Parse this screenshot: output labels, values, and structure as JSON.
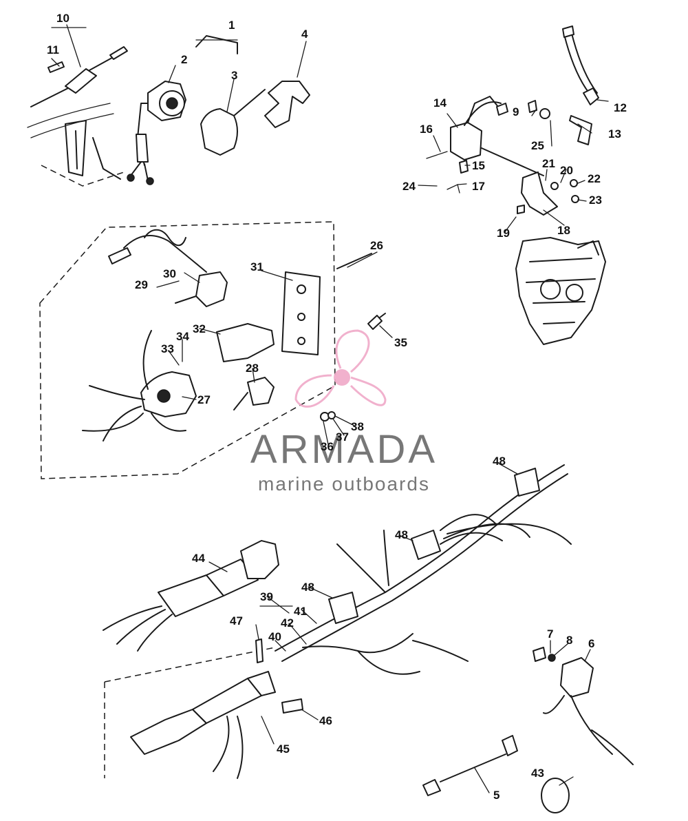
{
  "diagram": {
    "callouts": [
      "1",
      "2",
      "3",
      "4",
      "5",
      "6",
      "7",
      "8",
      "9",
      "10",
      "11",
      "12",
      "13",
      "14",
      "15",
      "16",
      "17",
      "18",
      "19",
      "20",
      "21",
      "22",
      "23",
      "24",
      "25",
      "26",
      "27",
      "28",
      "29",
      "30",
      "31",
      "32",
      "33",
      "34",
      "35",
      "36",
      "37",
      "38",
      "39",
      "40",
      "41",
      "42",
      "43",
      "44",
      "45",
      "46",
      "47",
      "48"
    ]
  },
  "watermark": {
    "brand": "ARMADA",
    "tagline": "marine outboards",
    "colors": {
      "logo": "#f0a9c8",
      "text": "#777777"
    }
  }
}
